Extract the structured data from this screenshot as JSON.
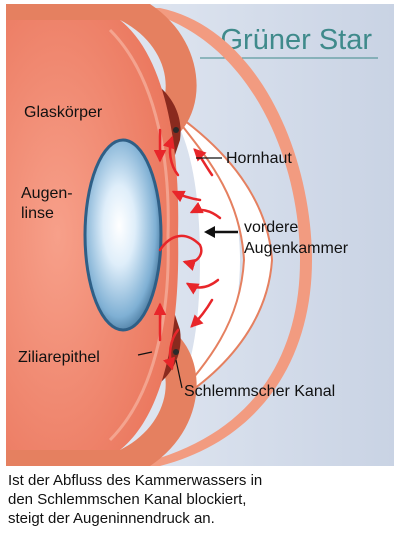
{
  "title": "Grüner Star",
  "labels": {
    "glaskoerper": "Glaskörper",
    "augenlinse_1": "Augen-",
    "augenlinse_2": "linse",
    "hornhaut": "Hornhaut",
    "vordere_1": "vordere",
    "vordere_2": "Augenkammer",
    "ziliarepithel": "Ziliarepithel",
    "schlemm": "Schlemmscher Kanal"
  },
  "caption": [
    "Ist der Abfluss des Kammerwassers in",
    "den Schlemmschen Kanal blockiert,",
    "steigt der Augeninnendruck an."
  ],
  "colors": {
    "panel_bg": "#dbe2ee",
    "title": "#3f8a8b",
    "vitreous": "#f08a72",
    "sclera": "#e58060",
    "ciliary": "#8a2a1e",
    "cornea": "#f6a78e",
    "chamber": "#ffffff",
    "lens": "#6aa0c8",
    "arrows": "#e8262a"
  }
}
